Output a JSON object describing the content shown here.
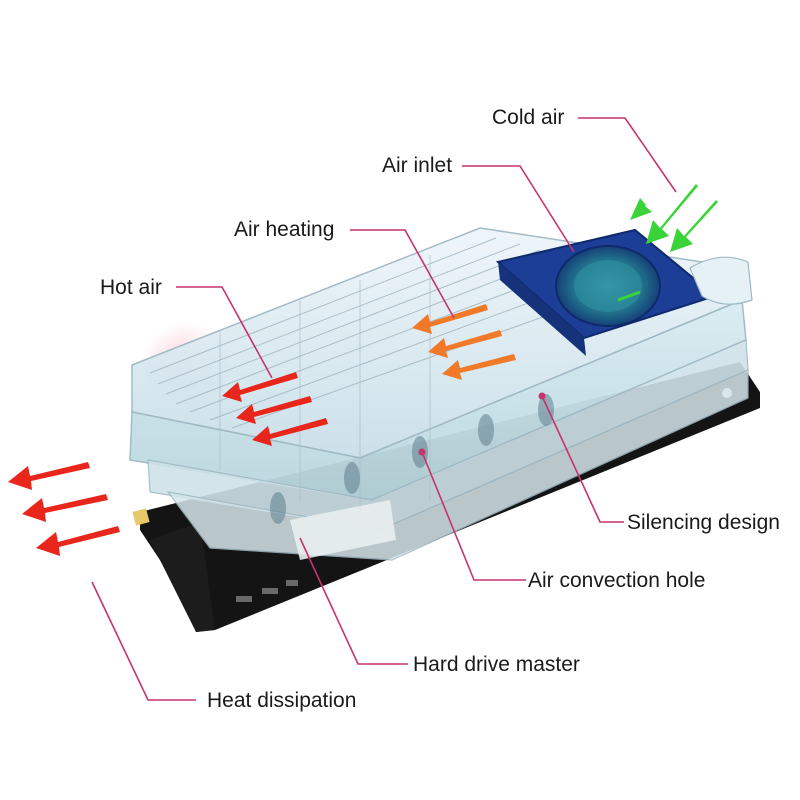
{
  "labels": {
    "cold_air": "Cold air",
    "air_inlet": "Air inlet",
    "air_heating": "Air heating",
    "hot_air": "Hot air",
    "silencing_design": "Silencing design",
    "air_convection_hole": "Air convection hole",
    "hard_drive_master": "Hard drive master",
    "heat_dissipation": "Heat dissipation"
  },
  "colors": {
    "leader_line": "#c8326e",
    "cold_arrow": "#3ad43a",
    "hot_arrow": "#e8261c",
    "warm_arrow": "#f07a2a",
    "heatsink_glass": "#cfe3ec",
    "fan_housing": "#1e3f9a",
    "pcb": "#151515"
  }
}
